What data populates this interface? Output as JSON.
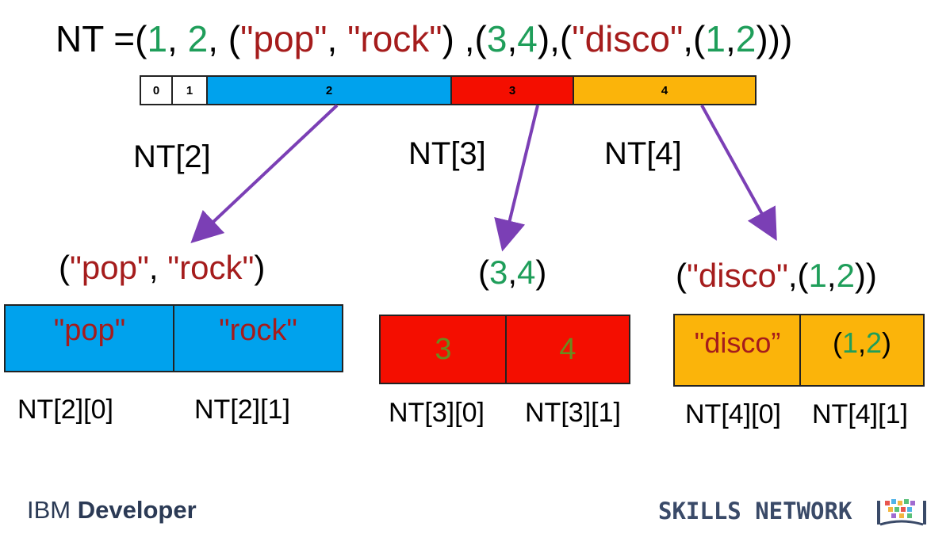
{
  "title": {
    "prefix": "NT =(",
    "n1": "1",
    "sep1": ", ",
    "n2": "2",
    "sep2": ", (",
    "s_pop": "\"pop\"",
    "sep3": ", ",
    "s_rock": "\"rock\"",
    "sep4": ") ,(",
    "n3": "3",
    "sep5": ",",
    "n4": "4",
    "sep6": "),(",
    "s_disco": "\"disco\"",
    "sep7": ",(",
    "n1b": "1",
    "sep8": ",",
    "n2b": "2",
    "suffix": ")))"
  },
  "index_bar": [
    "0",
    "1",
    "2",
    "3",
    "4"
  ],
  "bar_colors": [
    "#ffffff",
    "#ffffff",
    "#00a2ed",
    "#f40e00",
    "#fbb40a"
  ],
  "element_labels": [
    "NT[2]",
    "NT[3]",
    "NT[4]"
  ],
  "groups": [
    {
      "tuple_open": "(",
      "tuple_a": "\"pop\"",
      "tuple_mid": ", ",
      "tuple_b": "\"rock\"",
      "tuple_close": ")",
      "cells": [
        "\"pop\"",
        "\"rock\""
      ],
      "color": "#00a2ed",
      "indices": [
        "NT[2][0]",
        "NT[2][1]"
      ]
    },
    {
      "tuple_open": "(",
      "tuple_a": "3",
      "tuple_mid": ",",
      "tuple_b": "4",
      "tuple_close": ")",
      "cells": [
        "3",
        "4"
      ],
      "color": "#f40e00",
      "indices": [
        "NT[3][0]",
        "NT[3][1]"
      ]
    },
    {
      "tuple_open": "(",
      "tuple_a": "\"disco\"",
      "tuple_mid": ",(",
      "tuple_b1": "1",
      "tuple_b_sep": ",",
      "tuple_b2": "2",
      "tuple_close": "))",
      "cells": [
        "\"disco”",
        "(1,2)"
      ],
      "cell_b_parts": [
        "(",
        "1",
        ",",
        "2",
        ")"
      ],
      "color": "#fbb40a",
      "indices": [
        "NT[4][0]",
        "NT[4][1]"
      ]
    }
  ],
  "arrow_color": "#7b3fb5",
  "branding": {
    "ibm_light": "IBM ",
    "ibm_bold": "Developer",
    "skills": "SKILLS NETWORK"
  }
}
